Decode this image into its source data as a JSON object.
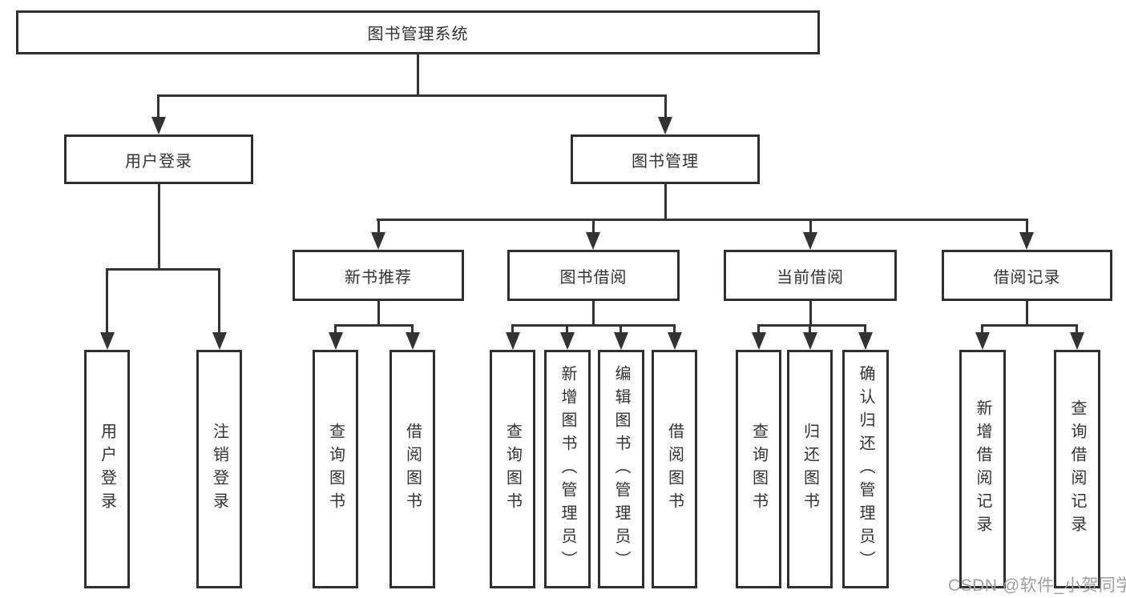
{
  "tree": {
    "label": "图书管理系统",
    "children": [
      {
        "label": "用户登录",
        "children": [
          {
            "label": "用户登录"
          },
          {
            "label": "注销登录"
          }
        ]
      },
      {
        "label": "图书管理",
        "children": [
          {
            "label": "新书推荐",
            "children": [
              {
                "label": "查询图书"
              },
              {
                "label": "借阅图书"
              }
            ]
          },
          {
            "label": "图书借阅",
            "children": [
              {
                "label": "查询图书"
              },
              {
                "label": "新增图书（管理员）"
              },
              {
                "label": "编辑图书（管理员）"
              },
              {
                "label": "借阅图书"
              }
            ]
          },
          {
            "label": "当前借阅",
            "children": [
              {
                "label": "查询图书"
              },
              {
                "label": "归还图书"
              },
              {
                "label": "确认归还（管理员）"
              }
            ]
          },
          {
            "label": "借阅记录",
            "children": [
              {
                "label": "新增借阅记录"
              },
              {
                "label": "查询借阅记录"
              }
            ]
          }
        ]
      }
    ]
  },
  "watermark": "CSDN @软件_小贺同学",
  "colors": {
    "line": "#333333",
    "box_border": "#2f2f2f",
    "box_fill": "#ffffff",
    "text": "#333333",
    "watermark_text": "#9e9e9e",
    "background": "#ffffff"
  }
}
